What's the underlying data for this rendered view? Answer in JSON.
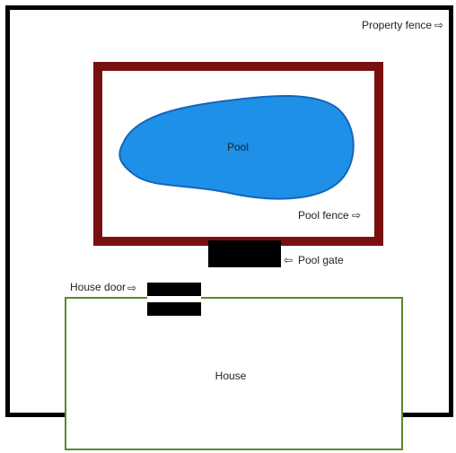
{
  "labels": {
    "property_fence": "Property fence",
    "pool": "Pool",
    "pool_fence": "Pool fence",
    "pool_gate": "Pool gate",
    "house_door": "House door",
    "house": "House"
  },
  "arrows": {
    "right": "⇨",
    "left": "⇦"
  },
  "colors": {
    "property_fence": "#000000",
    "pool_fence": "#7a0f0f",
    "pool_water": "#1e90e8",
    "pool_outline": "#1565b8",
    "house_outline": "#5a8a2a",
    "gate": "#000000",
    "door": "#000000"
  }
}
